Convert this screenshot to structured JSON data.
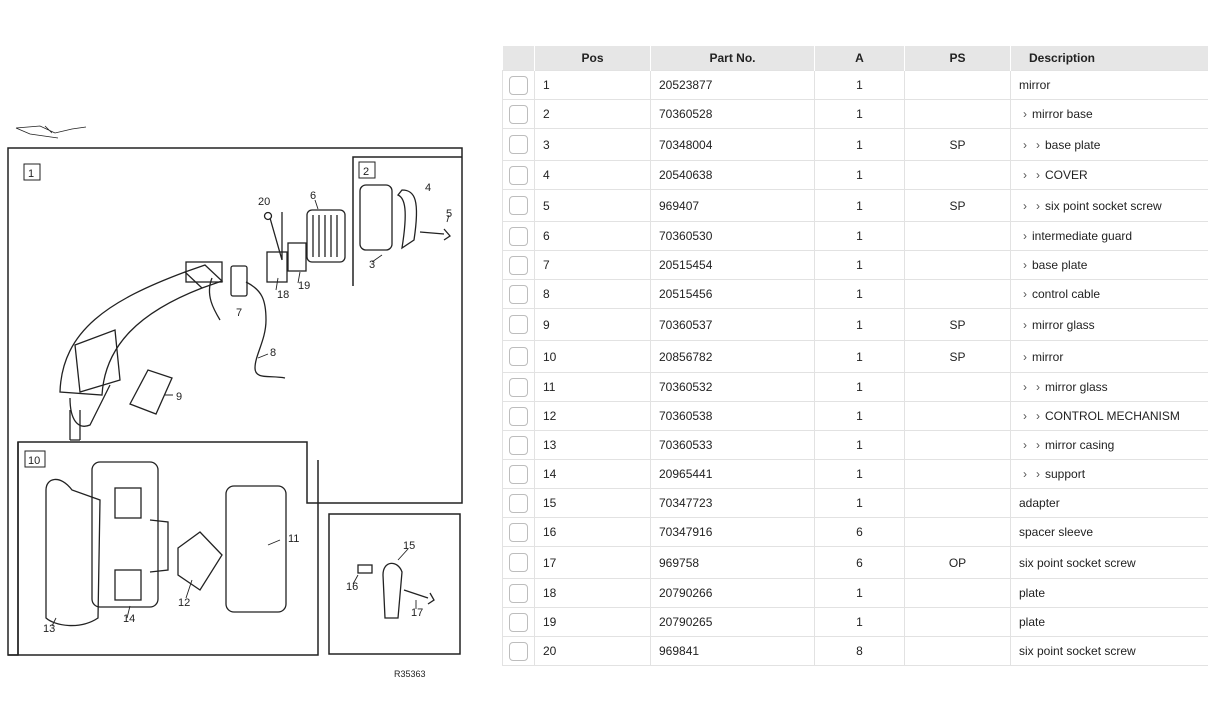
{
  "diagram": {
    "drawing_ref": "R35363",
    "boxes": [
      "1",
      "2",
      "10"
    ],
    "callouts": [
      "1",
      "2",
      "3",
      "4",
      "5",
      "6",
      "7",
      "8",
      "9",
      "10",
      "11",
      "12",
      "13",
      "14",
      "15",
      "16",
      "17",
      "18",
      "19",
      "20"
    ]
  },
  "table": {
    "headers": [
      "",
      "Pos",
      "Part No.",
      "A",
      "PS",
      "Description"
    ],
    "rows": [
      {
        "pos": "1",
        "part": "20523877",
        "a": "1",
        "ps": "",
        "level": 0,
        "desc": "mirror"
      },
      {
        "pos": "2",
        "part": "70360528",
        "a": "1",
        "ps": "",
        "level": 1,
        "desc": "mirror base"
      },
      {
        "pos": "3",
        "part": "70348004",
        "a": "1",
        "ps": "SP",
        "level": 2,
        "desc": "base plate"
      },
      {
        "pos": "4",
        "part": "20540638",
        "a": "1",
        "ps": "",
        "level": 2,
        "desc": "COVER"
      },
      {
        "pos": "5",
        "part": "969407",
        "a": "1",
        "ps": "SP",
        "level": 2,
        "desc": "six point socket screw"
      },
      {
        "pos": "6",
        "part": "70360530",
        "a": "1",
        "ps": "",
        "level": 1,
        "desc": "intermediate guard"
      },
      {
        "pos": "7",
        "part": "20515454",
        "a": "1",
        "ps": "",
        "level": 1,
        "desc": "base plate"
      },
      {
        "pos": "8",
        "part": "20515456",
        "a": "1",
        "ps": "",
        "level": 1,
        "desc": "control cable"
      },
      {
        "pos": "9",
        "part": "70360537",
        "a": "1",
        "ps": "SP",
        "level": 1,
        "desc": "mirror glass"
      },
      {
        "pos": "10",
        "part": "20856782",
        "a": "1",
        "ps": "SP",
        "level": 1,
        "desc": "mirror"
      },
      {
        "pos": "11",
        "part": "70360532",
        "a": "1",
        "ps": "",
        "level": 2,
        "desc": "mirror glass"
      },
      {
        "pos": "12",
        "part": "70360538",
        "a": "1",
        "ps": "",
        "level": 2,
        "desc": "CONTROL MECHANISM"
      },
      {
        "pos": "13",
        "part": "70360533",
        "a": "1",
        "ps": "",
        "level": 2,
        "desc": "mirror casing"
      },
      {
        "pos": "14",
        "part": "20965441",
        "a": "1",
        "ps": "",
        "level": 2,
        "desc": "support"
      },
      {
        "pos": "15",
        "part": "70347723",
        "a": "1",
        "ps": "",
        "level": 0,
        "desc": "adapter"
      },
      {
        "pos": "16",
        "part": "70347916",
        "a": "6",
        "ps": "",
        "level": 0,
        "desc": "spacer sleeve"
      },
      {
        "pos": "17",
        "part": "969758",
        "a": "6",
        "ps": "OP",
        "level": 0,
        "desc": "six point socket screw"
      },
      {
        "pos": "18",
        "part": "20790266",
        "a": "1",
        "ps": "",
        "level": 0,
        "desc": "plate"
      },
      {
        "pos": "19",
        "part": "20790265",
        "a": "1",
        "ps": "",
        "level": 0,
        "desc": "plate"
      },
      {
        "pos": "20",
        "part": "969841",
        "a": "8",
        "ps": "",
        "level": 0,
        "desc": "six point socket screw"
      }
    ]
  },
  "colors": {
    "header_bg": "#e6e6e6",
    "border": "#e2e2e2",
    "line": "#222222"
  }
}
